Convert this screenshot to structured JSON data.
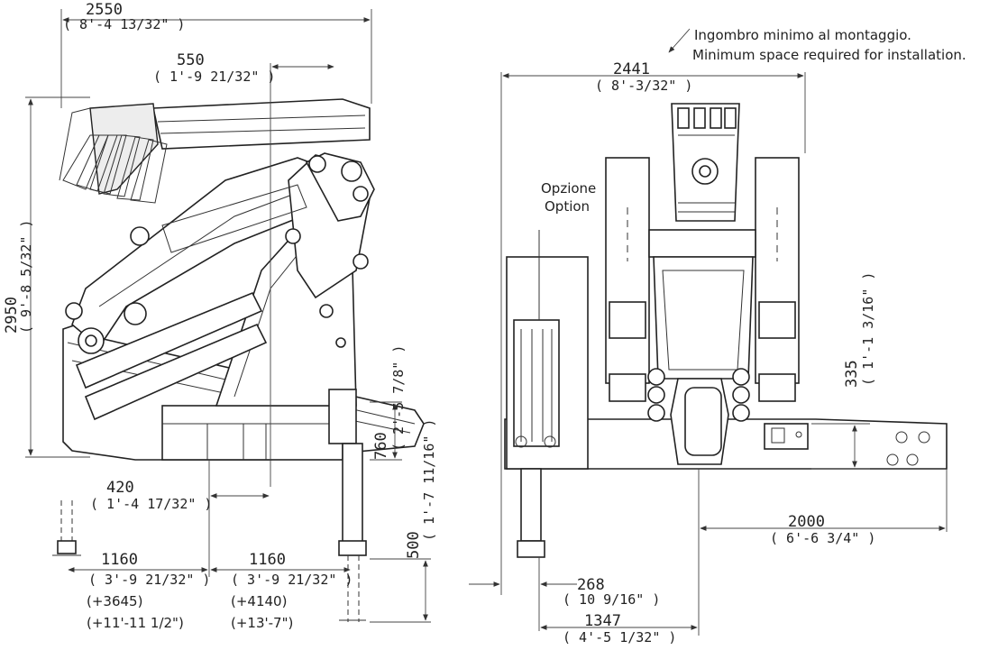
{
  "left_view": {
    "dim_2550": {
      "value": "2550",
      "imperial": "( 8'-4 13/32\" )"
    },
    "dim_550": {
      "value": "550",
      "imperial": "( 1'-9 21/32\" )"
    },
    "dim_2950": {
      "value": "2950",
      "imperial": "( 9'-8 5/32\" )"
    },
    "dim_760": {
      "value": "760",
      "imperial": "( 2'-5 7/8\" )"
    },
    "dim_420": {
      "value": "420",
      "imperial": "( 1'-4 17/32\" )"
    },
    "dim_500": {
      "value": "500",
      "imperial": "( 1'-7 11/16\" )"
    },
    "dim_1160_a": {
      "value": "1160",
      "imperial": "( 3'-9 21/32\" )",
      "extra": "(+3645)",
      "extra_imperial": "(+11'-11 1/2\")"
    },
    "dim_1160_b": {
      "value": "1160",
      "imperial": "( 3'-9 21/32\" )",
      "extra": "(+4140)",
      "extra_imperial": "(+13'-7\")"
    }
  },
  "right_view": {
    "note_it": "Ingombro minimo al montaggio.",
    "note_en": "Minimum space required for installation.",
    "option_it": "Opzione",
    "option_en": "Option",
    "dim_2441": {
      "value": "2441",
      "imperial": "( 8'-3/32\" )"
    },
    "dim_335": {
      "value": "335",
      "imperial": "( 1'-1 3/16\" )"
    },
    "dim_2000": {
      "value": "2000",
      "imperial": "( 6'-6 3/4\" )"
    },
    "dim_268": {
      "value": "268",
      "imperial": "( 10 9/16\" )"
    },
    "dim_1347": {
      "value": "1347",
      "imperial": "( 4'-5 1/32\" )"
    }
  }
}
